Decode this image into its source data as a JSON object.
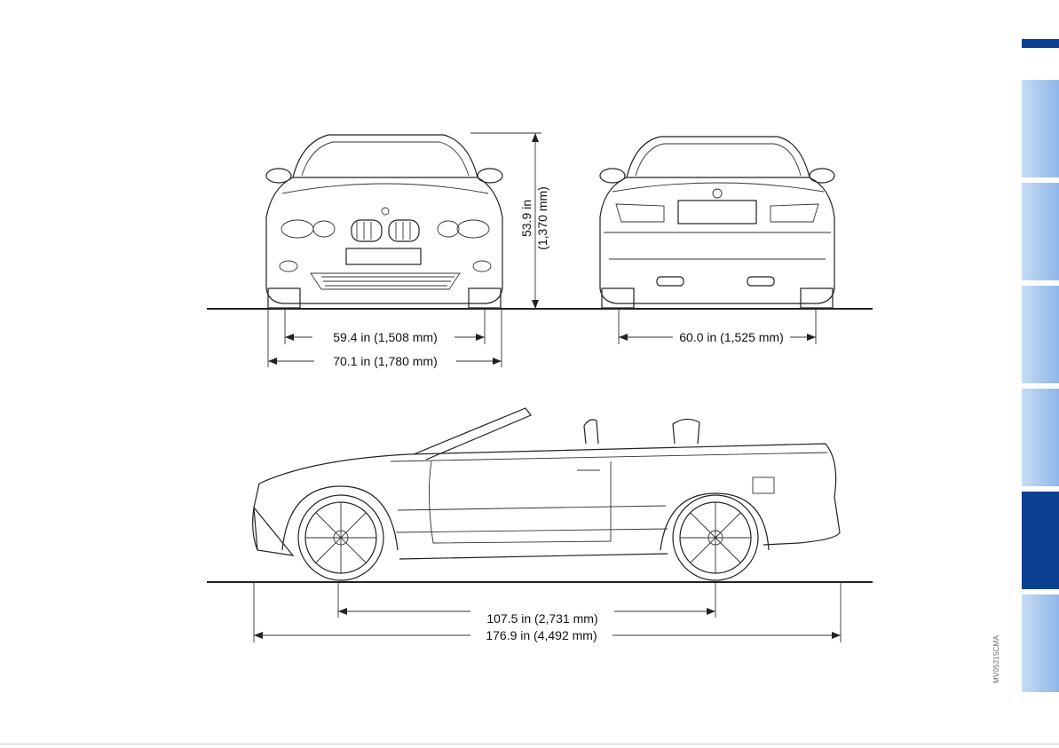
{
  "dimensions": {
    "front_track": "59.4 in (1,508 mm)",
    "width": "70.1 in (1,780 mm)",
    "height": "53.9 in",
    "height_mm": "(1,370 mm)",
    "rear_track": "60.0 in (1,525 mm)",
    "wheelbase": "107.5 in (2,731 mm)",
    "length": "176.9 in (4,492 mm)"
  },
  "image_code": "MV05215CMA",
  "side_tabs": {
    "active_index": 4,
    "count": 6
  },
  "colors": {
    "tab_active": "#0b3f91",
    "tab_inactive": "#a7c7ee"
  }
}
